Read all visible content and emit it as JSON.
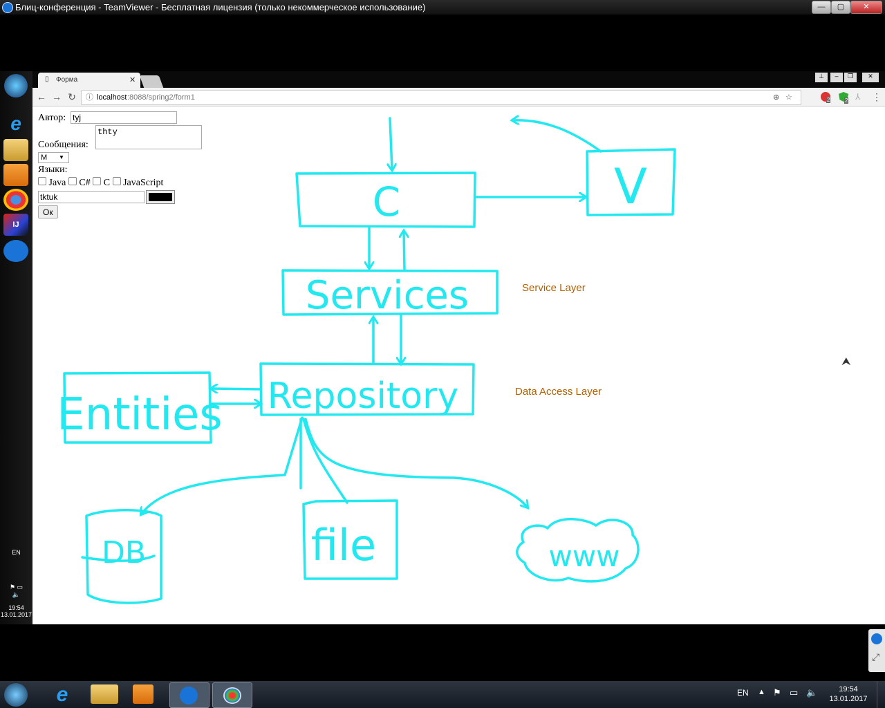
{
  "window": {
    "title": "Блиц-конференция - TeamViewer - Бесплатная лицензия (только некоммерческое использование)",
    "minimize": "—",
    "maximize": "▢",
    "close": "✕"
  },
  "remote_tray": {
    "lang": "EN",
    "time": "19:54",
    "date": "13.01.2017"
  },
  "browser": {
    "tab_title": "Форма",
    "tab_close": "✕",
    "url_host": "localhost",
    "url_path": ":8088/spring2/form1",
    "ext_badge_1": "2",
    "ext_badge_2": "2"
  },
  "form": {
    "author_label": "Автор:",
    "author_value": "tyj",
    "message_label": "Сообщения:",
    "message_value": "thty",
    "gender_selected": "M",
    "languages_label": "Языки:",
    "languages": [
      "Java",
      "C#",
      "C",
      "JavaScript"
    ],
    "text_value": "tktuk",
    "color_value": "#000000",
    "submit_label": "Ок"
  },
  "diagram": {
    "box_c": "C",
    "box_v": "V",
    "box_services": "Services",
    "box_repository": "Repository",
    "box_entities": "Entities",
    "box_db": "DB",
    "box_file": "file",
    "box_www": "www",
    "label_service_layer": "Service Layer",
    "label_data_access_layer": "Data Access Layer",
    "stroke_color": "#22e8f0"
  },
  "local_taskbar": {
    "lang": "EN",
    "time": "19:54",
    "date": "13.01.2017"
  }
}
